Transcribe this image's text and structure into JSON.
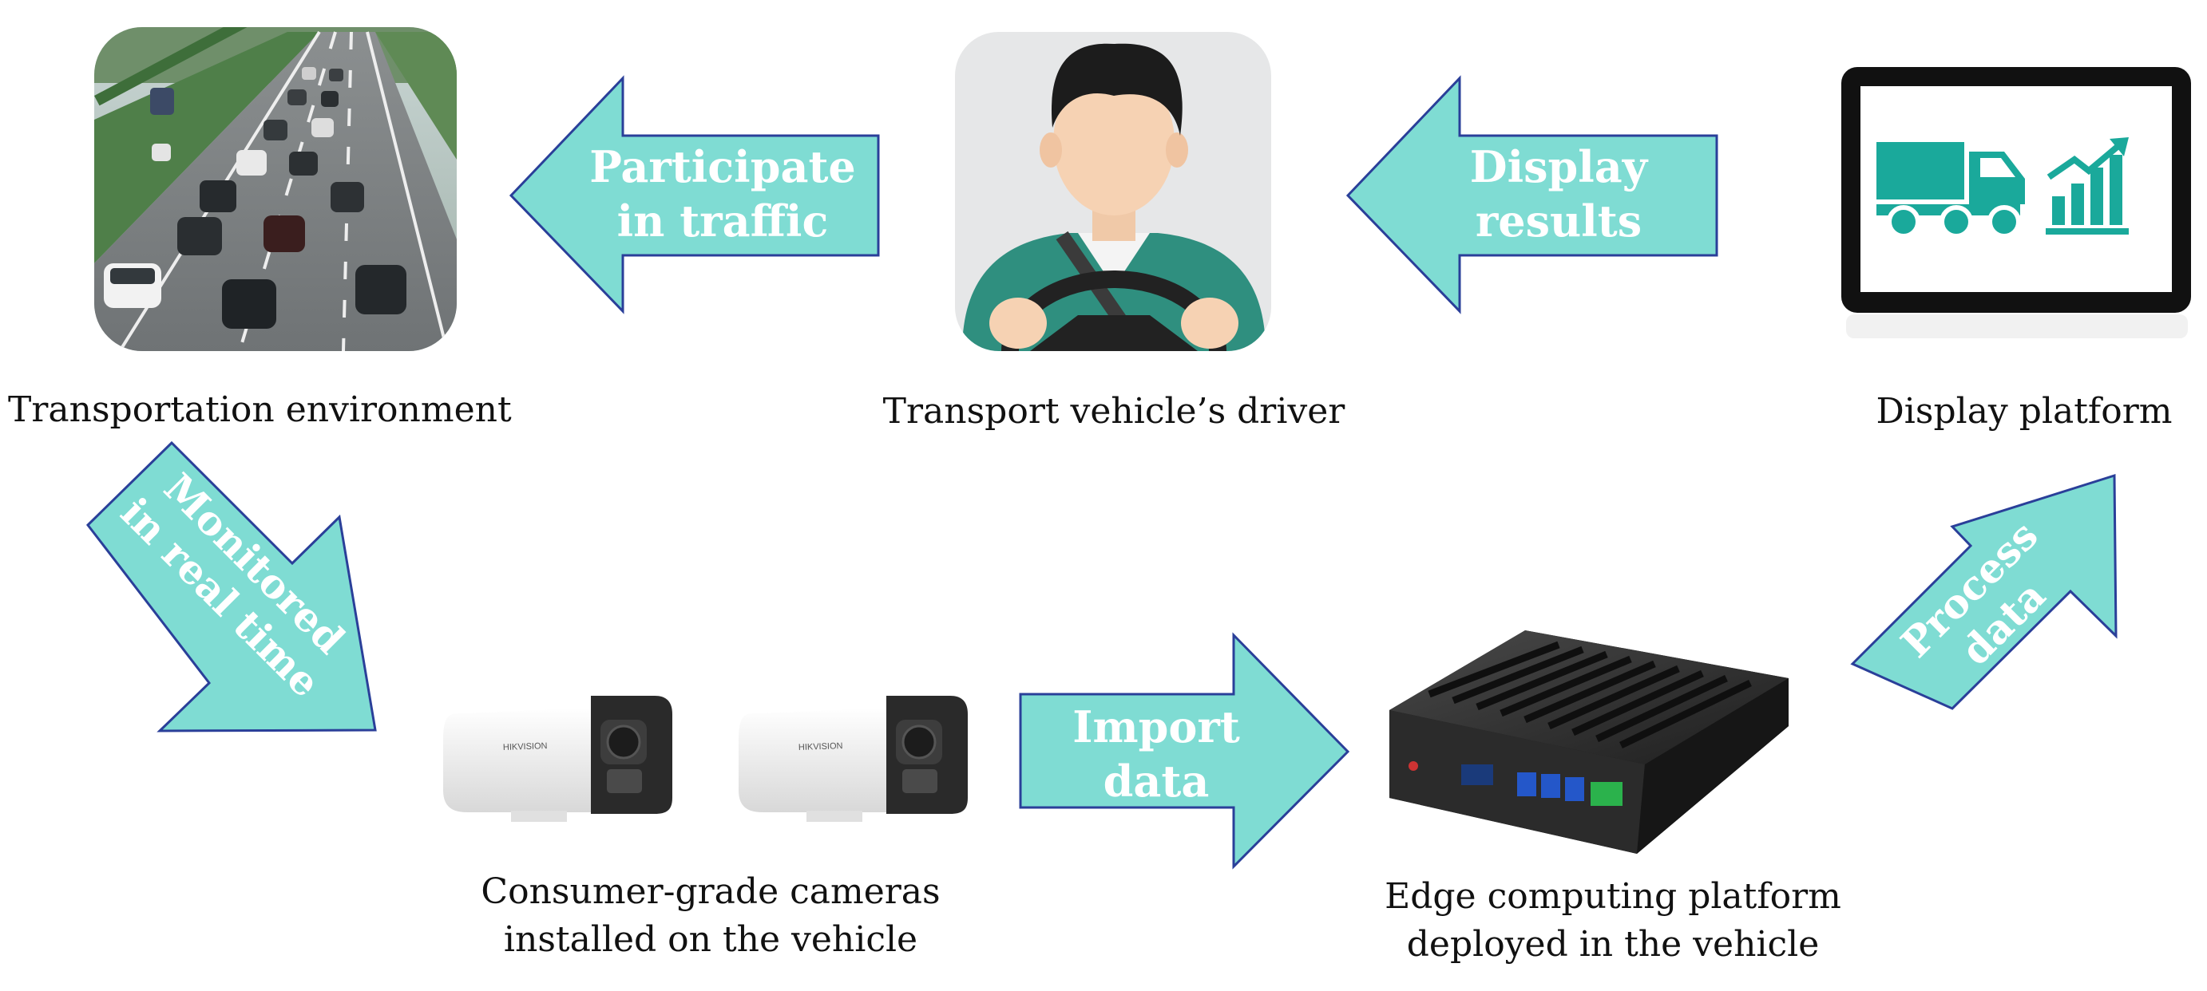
{
  "nodes": {
    "traffic": {
      "caption": "Transportation environment"
    },
    "driver": {
      "caption": "Transport vehicle’s driver"
    },
    "display": {
      "caption": "Display platform"
    },
    "cameras": {
      "caption_line1": "Consumer-grade cameras",
      "caption_line2": "installed on the vehicle",
      "brand": "HIKVISION"
    },
    "edge": {
      "caption_line1": "Edge computing platform",
      "caption_line2": "deployed in the vehicle"
    }
  },
  "arrows": {
    "participate": {
      "line1": "Participate",
      "line2": "in traffic"
    },
    "display_results": {
      "line1": "Display",
      "line2": "results"
    },
    "monitored": {
      "line1": "Monitored",
      "line2": "in real time"
    },
    "import": {
      "line1": "Import",
      "line2": "data"
    },
    "process": {
      "line1": "Process",
      "line2": "data"
    }
  },
  "colors": {
    "arrow_fill": "#7fdcd3",
    "arrow_stroke": "#2a3f99",
    "icon_teal": "#1aa99b",
    "text": "#111111"
  }
}
